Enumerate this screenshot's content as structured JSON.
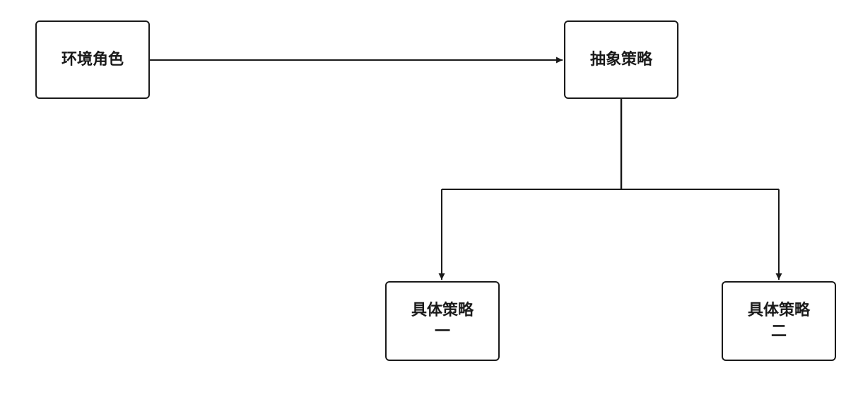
{
  "diagram": {
    "nodes": {
      "environment": {
        "label": "环境角色"
      },
      "abstract_strategy": {
        "label": "抽象策略"
      },
      "concrete_strategy_1": {
        "label": "具体策略\n一"
      },
      "concrete_strategy_2": {
        "label": "具体策略\n二"
      }
    },
    "edges": [
      {
        "from": "environment",
        "to": "abstract_strategy",
        "style": "arrow"
      },
      {
        "from": "abstract_strategy",
        "to": "concrete_strategy_1",
        "style": "arrow"
      },
      {
        "from": "abstract_strategy",
        "to": "concrete_strategy_2",
        "style": "arrow"
      }
    ],
    "colors": {
      "stroke": "#1a1a1a",
      "background": "#ffffff"
    }
  }
}
